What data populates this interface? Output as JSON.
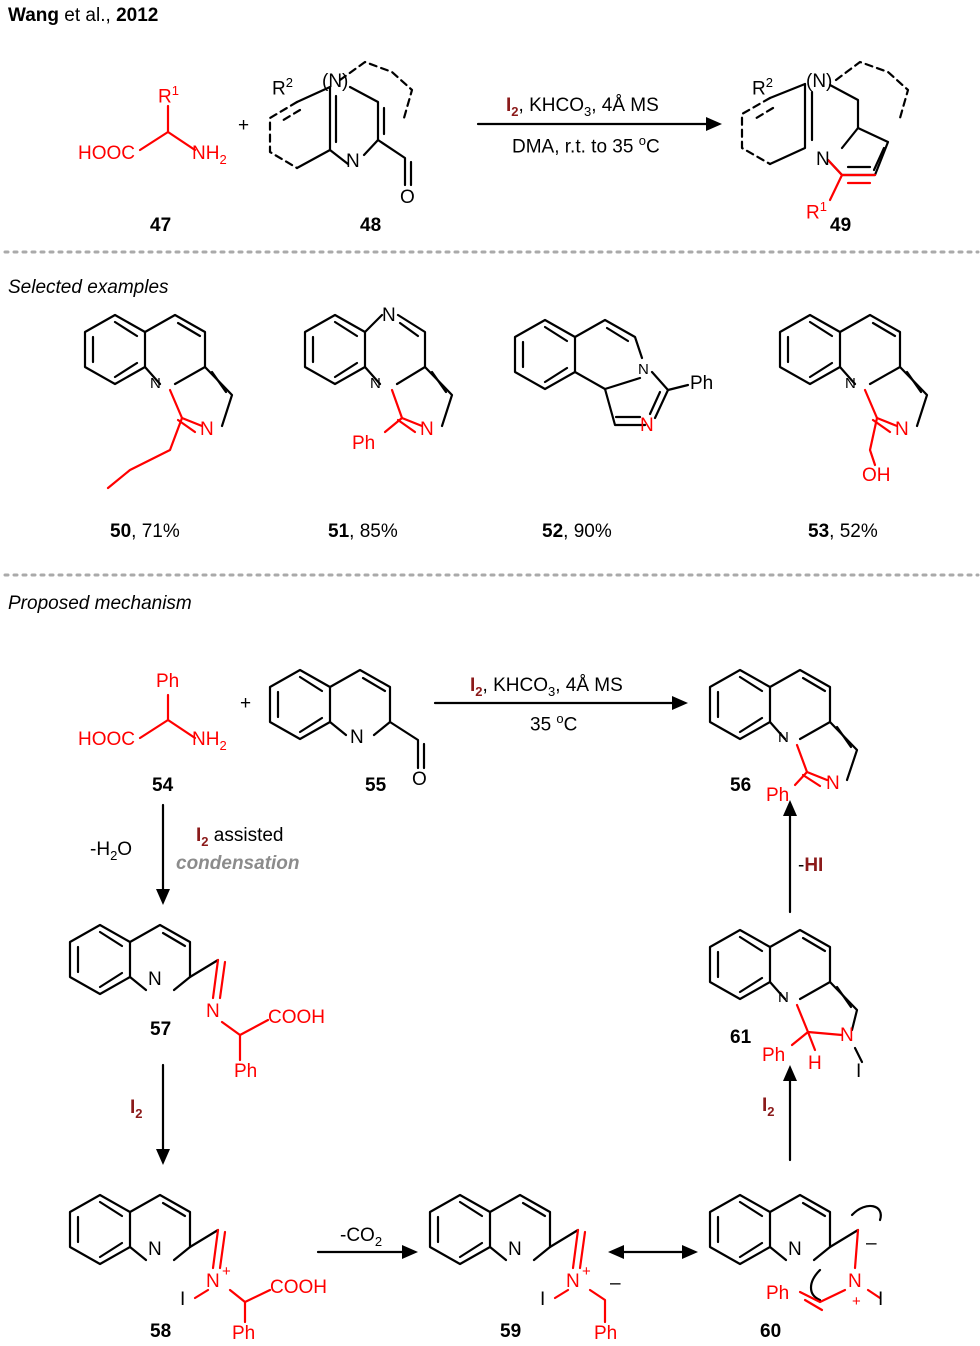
{
  "header": {
    "author": "Wang",
    "etal": "et al.,",
    "year": "2012"
  },
  "sections": {
    "examples": "Selected examples",
    "mechanism": "Proposed mechanism"
  },
  "top_reaction": {
    "r1": "R",
    "r1_sup": "1",
    "r2": "R",
    "r2_sup": "2",
    "hooc": "HOOC",
    "nh2": "NH",
    "nh2_sub": "2",
    "plus": "+",
    "n_paren": "(N)",
    "n": "N",
    "o": "O",
    "cond_i2": "I",
    "cond_i2_sub": "2",
    "cond_rest": ", KHCO",
    "cond_sub3": "3",
    "cond_ms": ", 4Å MS",
    "cond2_a": "DMA, r.t. to 35 ",
    "cond2_o": "o",
    "cond2_c": "C",
    "labels": [
      "47",
      "48",
      "49"
    ]
  },
  "examples": [
    {
      "num": "50",
      "yield": ", 71%"
    },
    {
      "num": "51",
      "yield": ", 85%"
    },
    {
      "num": "52",
      "yield": ", 90%"
    },
    {
      "num": "53",
      "yield": ", 52%"
    }
  ],
  "ex_atoms": {
    "n": "N",
    "ph": "Ph",
    "oh": "OH"
  },
  "mechanism": {
    "ph": "Ph",
    "hooc": "HOOC",
    "nh2": "NH",
    "nh2_sub": "2",
    "plus": "+",
    "n": "N",
    "o": "O",
    "cond_i2": "I",
    "cond_i2_sub": "2",
    "cond_rest": ", KHCO",
    "cond_sub3": "3",
    "cond_ms": ", 4Å MS",
    "cond2_a": "35 ",
    "cond2_o": "o",
    "cond2_c": "C",
    "h2o_a": "-H",
    "h2o_sub": "2",
    "h2o_b": "O",
    "assisted": " assisted",
    "condensation": "condensation",
    "co2_a": "-CO",
    "co2_sub": "2",
    "hi_a": "-",
    "hi_b": "HI",
    "cooh": "COOH",
    "iodine": "I",
    "h": "H",
    "charge_plus": "+",
    "charge_minus": "–",
    "labels": [
      "54",
      "55",
      "56",
      "57",
      "58",
      "59",
      "60",
      "61"
    ]
  }
}
